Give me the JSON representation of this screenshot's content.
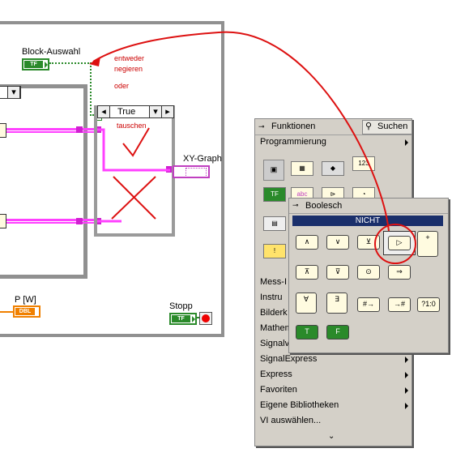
{
  "diagram": {
    "block_select_label": "Block-Auswahl",
    "block_select_terminal": "TF",
    "note_negate": "entweder\nnegieren",
    "note_or": "oder",
    "case_selector_value": "True",
    "note_swap": "tauschen",
    "xy_graph_label": "XY-Graph",
    "power_label": "P [W]",
    "power_terminal": "DBL",
    "stop_label": "Stopp",
    "stop_terminal": "TF"
  },
  "functions_palette": {
    "title": "Funktionen",
    "search_label": "Suchen",
    "category": "Programmierung",
    "visible_items_partial": [
      "Mess-I",
      "Instru",
      "Bilderk",
      "Mathem",
      "Signalv"
    ],
    "items": [
      "SignalExpress",
      "Express",
      "Favoriten",
      "Eigene Bibliotheken",
      "VI auswählen..."
    ]
  },
  "boolean_palette": {
    "title": "Boolesch",
    "hover_tooltip": "NICHT",
    "selected_function": "NICHT"
  },
  "colors": {
    "bool_green": "#2a8a2a",
    "numeric_orange": "#f08000",
    "wire_pink": "#ff40ff",
    "annotation_red": "#cc0000",
    "palette_bg": "#d4d0c8",
    "tooltip_bg": "#1a2f6b"
  }
}
